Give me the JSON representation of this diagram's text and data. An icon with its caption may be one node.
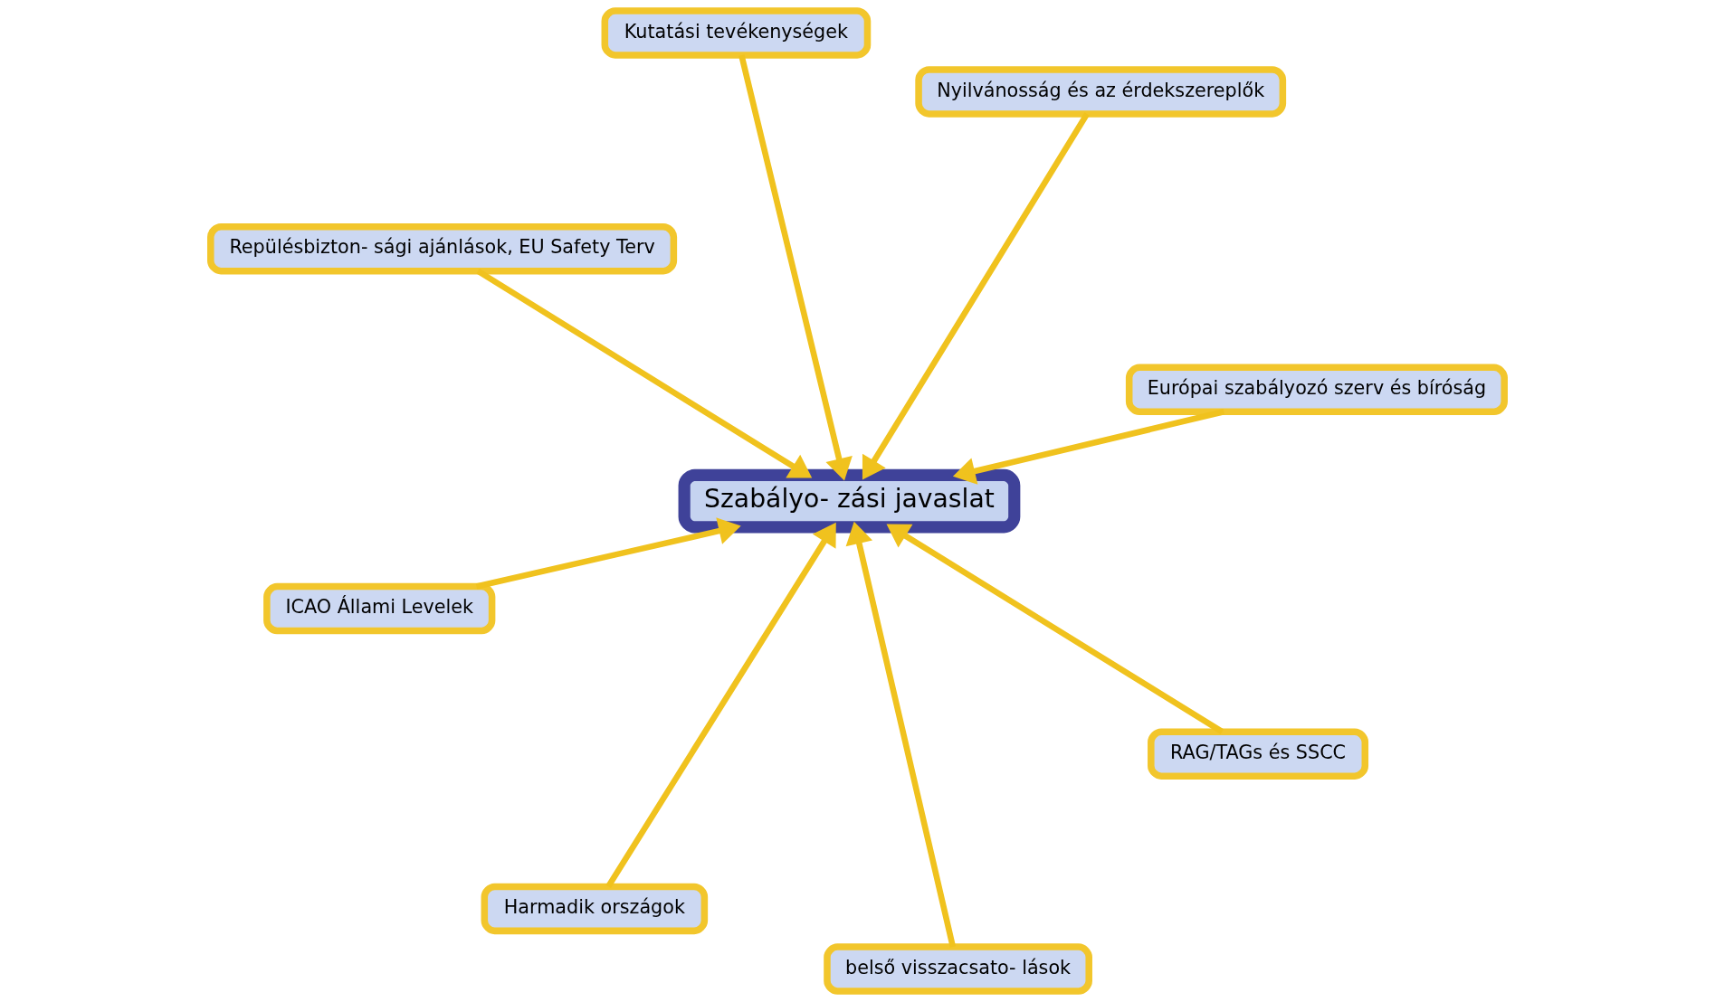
{
  "diagram": {
    "nodes": [
      {
        "text": [
          "ICAO Állami Levelek"
        ]
      },
      {
        "text": [
          "Európai szabályozó szerv és bíróság"
        ]
      },
      {
        "text": [
          "Harmadik országok"
        ]
      },
      {
        "text": [
          "Kutatási tevékenységek"
        ]
      },
      {
        "text": [
          "Nyilvánosság és az érdekszereplők"
        ]
      },
      {
        "text": [
          "Repülésbizton- sági ajánlások, EU Safety Terv"
        ]
      },
      {
        "text": [
          "Szabályo- zási javaslat"
        ]
      },
      {
        "text": [
          "RAG/TAGs és SSCC"
        ]
      },
      {
        "text": [
          "belső visszacsato- lások"
        ]
      }
    ],
    "edges": [
      {
        "from": 2,
        "to": 6,
        "arrow": "to"
      },
      {
        "from": 0,
        "to": 6,
        "arrow": "to"
      },
      {
        "from": 1,
        "to": 6,
        "arrow": "to"
      },
      {
        "from": 3,
        "to": 6,
        "arrow": "to"
      },
      {
        "from": 4,
        "to": 6,
        "arrow": "to"
      },
      {
        "from": 5,
        "to": 6,
        "arrow": "to"
      },
      {
        "from": 7,
        "to": 6,
        "arrow": "to"
      },
      {
        "from": 8,
        "to": 6,
        "arrow": "to"
      }
    ]
  }
}
